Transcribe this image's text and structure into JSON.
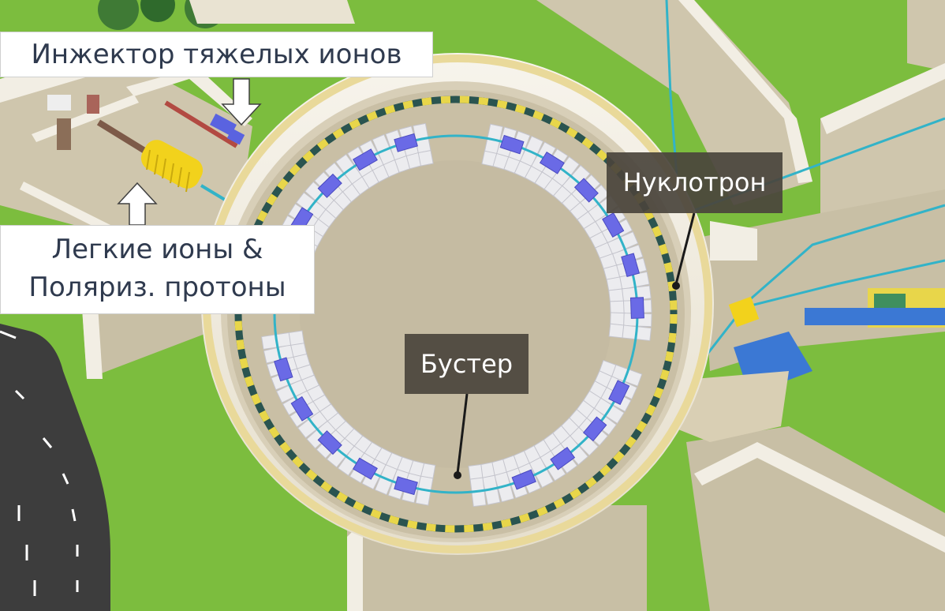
{
  "labels": {
    "heavy_ion_injector": "Инжектор тяжелых ионов",
    "light_ions_line1": "Легкие ионы &",
    "light_ions_line2": "Поляриз. протоны",
    "nuclotron": "Нуклотрон",
    "booster": "Бустер"
  },
  "colors": {
    "grass": "#7cbd3e",
    "floor": "#c9bfa5",
    "walls": "#f2eee4",
    "road": "#3d3d3d",
    "beam_line": "#32b3c8",
    "magnet": "#6a6ae6",
    "yoke": "#ececef",
    "nuclotron_stripe_yellow": "#e8d64a",
    "nuclotron_stripe_dark": "#2a5450",
    "linac_coil": "#f2d21c",
    "label_dark_bg": "#4a443c",
    "label_white_text": "#2f3a4e"
  }
}
